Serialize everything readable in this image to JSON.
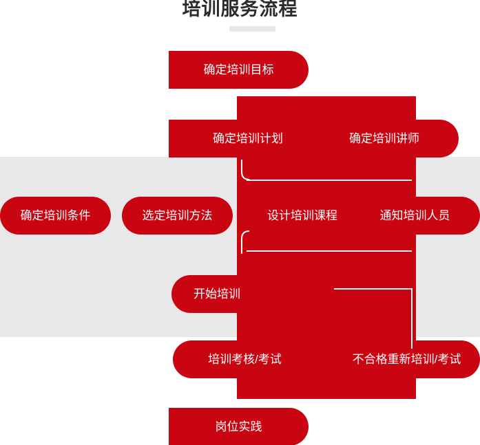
{
  "page": {
    "title": "培训服务流程",
    "divider": "title-divider"
  },
  "theme": {
    "red": "#c80511",
    "gray_panel": "#e8e8e8",
    "title_color": "#2b2b2b",
    "connector_color": "#ffffff",
    "background": "#ffffff"
  },
  "flow": {
    "nodes": [
      {
        "id": "goal",
        "label": "确定培训目标",
        "row": 1,
        "shape": "right-rounded"
      },
      {
        "id": "plan",
        "label": "确定培训计划",
        "row": 2,
        "shape": "left-square"
      },
      {
        "id": "trainer",
        "label": "确定培训讲师",
        "row": 2,
        "shape": "right-rounded"
      },
      {
        "id": "cond",
        "label": "确定培训条件",
        "row": 3,
        "shape": "pill"
      },
      {
        "id": "method",
        "label": "选定培训方法",
        "row": 3,
        "shape": "pill"
      },
      {
        "id": "course",
        "label": "设计培训课程",
        "row": 3,
        "shape": "square"
      },
      {
        "id": "notify",
        "label": "通知培训人员",
        "row": 3,
        "shape": "right-rounded"
      },
      {
        "id": "start",
        "label": "开始培训",
        "row": 4,
        "shape": "left-rounded"
      },
      {
        "id": "exam",
        "label": "培训考核/考试",
        "row": 5,
        "shape": "left-rounded"
      },
      {
        "id": "retrain",
        "label": "不合格重新培训/考试",
        "row": 5,
        "shape": "right-rounded"
      },
      {
        "id": "practice",
        "label": "岗位实践",
        "row": 6,
        "shape": "right-rounded"
      }
    ],
    "connectors": [
      {
        "id": "course-box",
        "kind": "outline",
        "description": "white outline around 设计培训课程 row"
      },
      {
        "id": "start-elbow",
        "kind": "elbow",
        "description": "白线从开始培训向右再向下至不合格重新培训/考试"
      },
      {
        "id": "retrain-stub",
        "kind": "vertical",
        "description": "短竖线连接不合格重新培训/考试"
      }
    ]
  }
}
